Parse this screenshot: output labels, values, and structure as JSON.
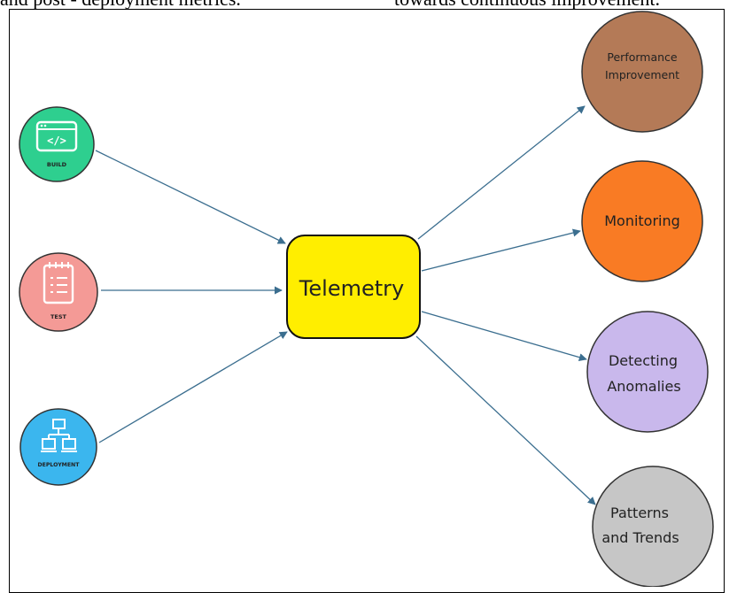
{
  "header_fragments": {
    "left": "and post - deployment metrics.",
    "right": "towards continuous improvement."
  },
  "center": {
    "label": "Telemetry",
    "fill": "#ffee00"
  },
  "inputs": [
    {
      "label": "BUILD",
      "icon": "code-window-icon",
      "fill": "#2ecf8f"
    },
    {
      "label": "TEST",
      "icon": "checklist-icon",
      "fill": "#f49a96"
    },
    {
      "label": "DEPLOYMENT",
      "icon": "network-icon",
      "fill": "#3bb6ee"
    }
  ],
  "outputs": [
    {
      "lines": [
        "Performance",
        "Improvement"
      ],
      "fill": "#b47a57"
    },
    {
      "lines": [
        "Monitoring"
      ],
      "fill": "#f97b24"
    },
    {
      "lines": [
        "Detecting",
        "Anomalies"
      ],
      "fill": "#c9b8ec"
    },
    {
      "lines": [
        "Patterns",
        "and Trends"
      ],
      "fill": "#c6c6c6"
    }
  ],
  "arrow_color": "#3b6e8f"
}
